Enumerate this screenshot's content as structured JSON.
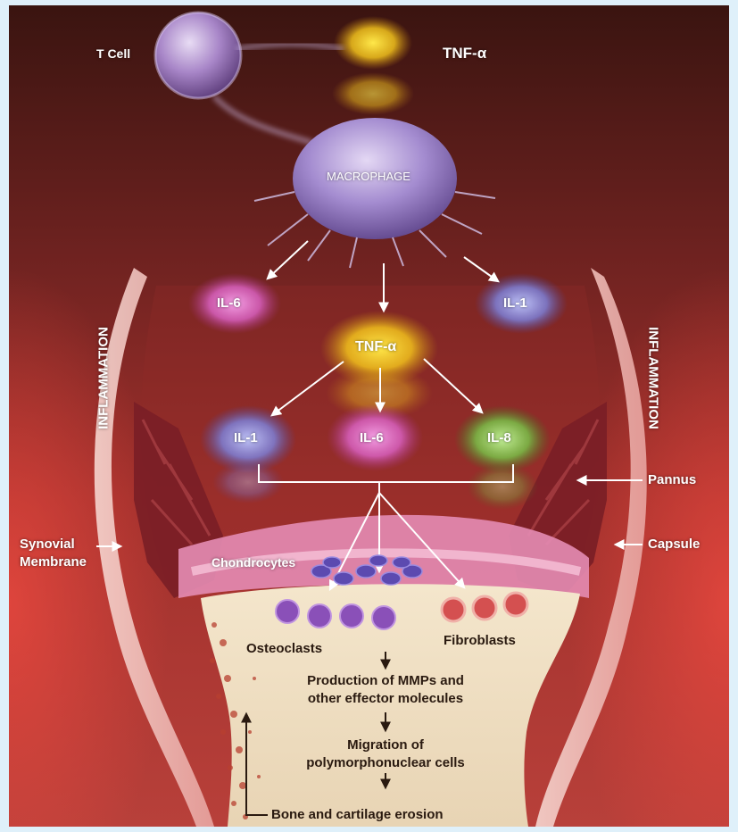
{
  "labels": {
    "t_cell": "T Cell",
    "tnf_top": "TNF-α",
    "macrophage": "MACROPHAGE",
    "il6_upper": "IL-6",
    "il1_upper": "IL-1",
    "tnf_mid": "TNF-α",
    "il1_lower": "IL-1",
    "il6_lower": "IL-6",
    "il8_lower": "IL-8",
    "inflammation_left": "INFLAMMATION",
    "inflammation_right": "INFLAMMATION",
    "pannus": "Pannus",
    "synovial_membrane_line1": "Synovial",
    "synovial_membrane_line2": "Membrane",
    "capsule": "Capsule",
    "chondrocytes": "Chondrocytes",
    "osteoclasts": "Osteoclasts",
    "fibroblasts": "Fibroblasts",
    "step1_line1": "Production of MMPs and",
    "step1_line2": "other effector molecules",
    "step2_line1": "Migration of",
    "step2_line2": "polymorphonuclear cells",
    "step3": "Bone and cartilage erosion"
  },
  "colors": {
    "frame": "#dff0fa",
    "background_top": "#3a1410",
    "background_mid": "#a8322e",
    "glow_red": "#e23a36",
    "tnf_yellow": "#f2d21c",
    "il6_pink": "#e070c8",
    "il1_blue": "#8a90e0",
    "il8_green": "#80c850",
    "bone": "#efe0c6",
    "cartilage": "#f2b4cc",
    "text": "#ffffff",
    "text_dark": "#2a1a10"
  }
}
